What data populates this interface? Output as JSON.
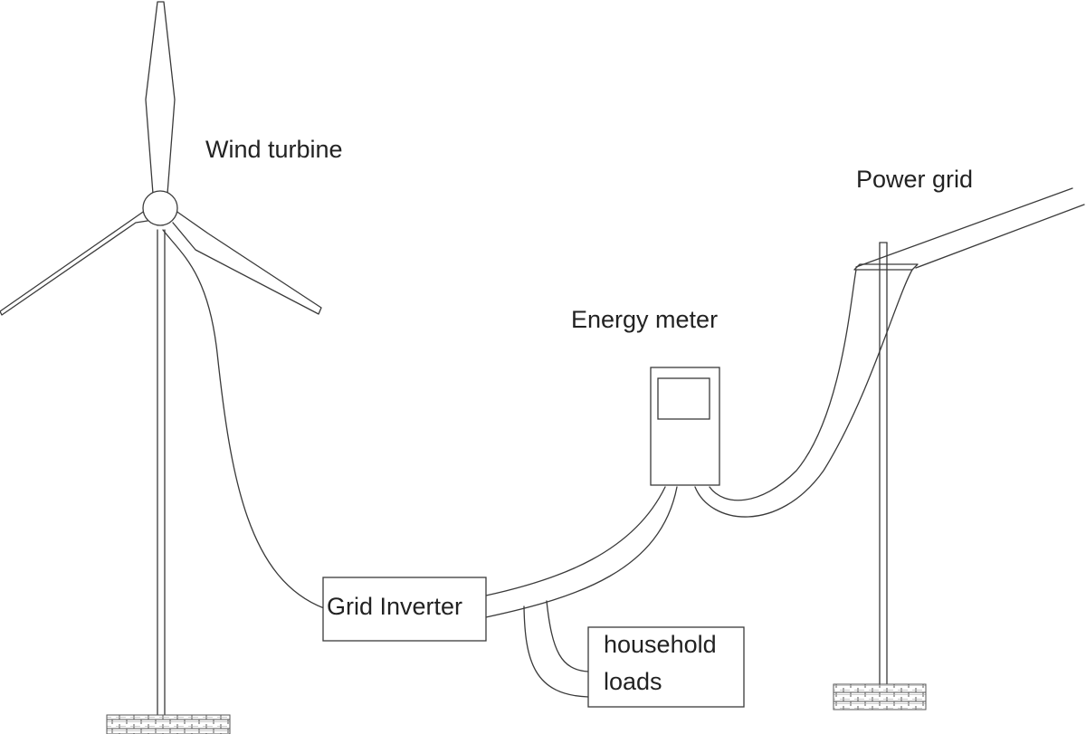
{
  "labels": {
    "wind_turbine": "Wind turbine",
    "power_grid": "Power grid",
    "energy_meter": "Energy meter",
    "grid_inverter": "Grid Inverter",
    "household_loads_line1": "household",
    "household_loads_line2": "loads"
  }
}
